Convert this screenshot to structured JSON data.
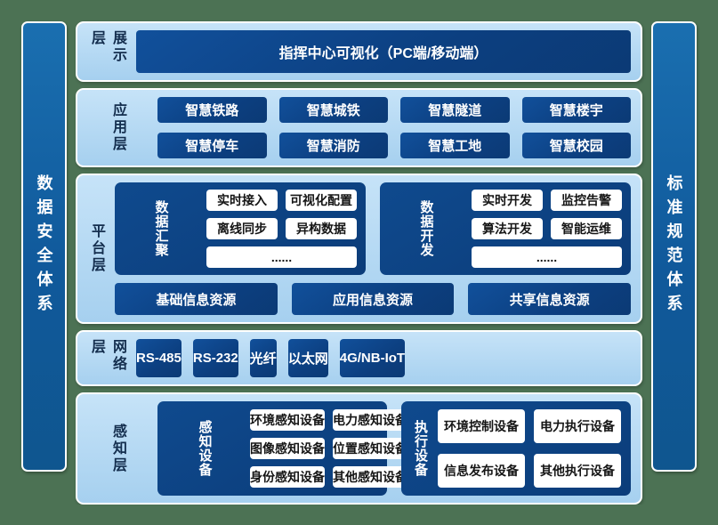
{
  "colors": {
    "frame_background_green": "#4c7254",
    "layer_panel_light_blue": "#aed4f1",
    "dark_navy_box": "#0c3f80",
    "pillar_blue": "#10599b",
    "panel_border_white": "#ffffff",
    "label_navy_text": "#142e4e"
  },
  "pillars": {
    "left_label": "数据安全体系",
    "right_label": "标准规范体系"
  },
  "layers": {
    "display": {
      "label": "展示层",
      "box": "指挥中心可视化（PC端/移动端）"
    },
    "application": {
      "label": "应用层",
      "items": [
        "智慧铁路",
        "智慧城铁",
        "智慧隧道",
        "智慧楼宇",
        "智慧停车",
        "智慧消防",
        "智慧工地",
        "智慧校园"
      ]
    },
    "platform": {
      "label": "平台层",
      "groups": [
        {
          "title": "数据汇聚",
          "items": [
            "实时接入",
            "可视化配置",
            "离线同步",
            "异构数据"
          ],
          "ellipsis": "......"
        },
        {
          "title": "数据开发",
          "items": [
            "实时开发",
            "监控告警",
            "算法开发",
            "智能运维"
          ],
          "ellipsis": "......"
        }
      ],
      "resources": [
        "基础信息资源",
        "应用信息资源",
        "共享信息资源"
      ]
    },
    "network": {
      "label": "网络层",
      "items": [
        "RS-485",
        "RS-232",
        "光纤",
        "以太网",
        "4G/NB-IoT"
      ]
    },
    "perception": {
      "label": "感知层",
      "groups": [
        {
          "title": "感知设备",
          "items": [
            "环境感知设备",
            "电力感知设备",
            "图像感知设备",
            "位置感知设备",
            "身份感知设备",
            "其他感知设备"
          ]
        },
        {
          "title": "执行设备",
          "items": [
            "环境控制设备",
            "电力执行设备",
            "信息发布设备",
            "其他执行设备"
          ]
        }
      ]
    }
  }
}
